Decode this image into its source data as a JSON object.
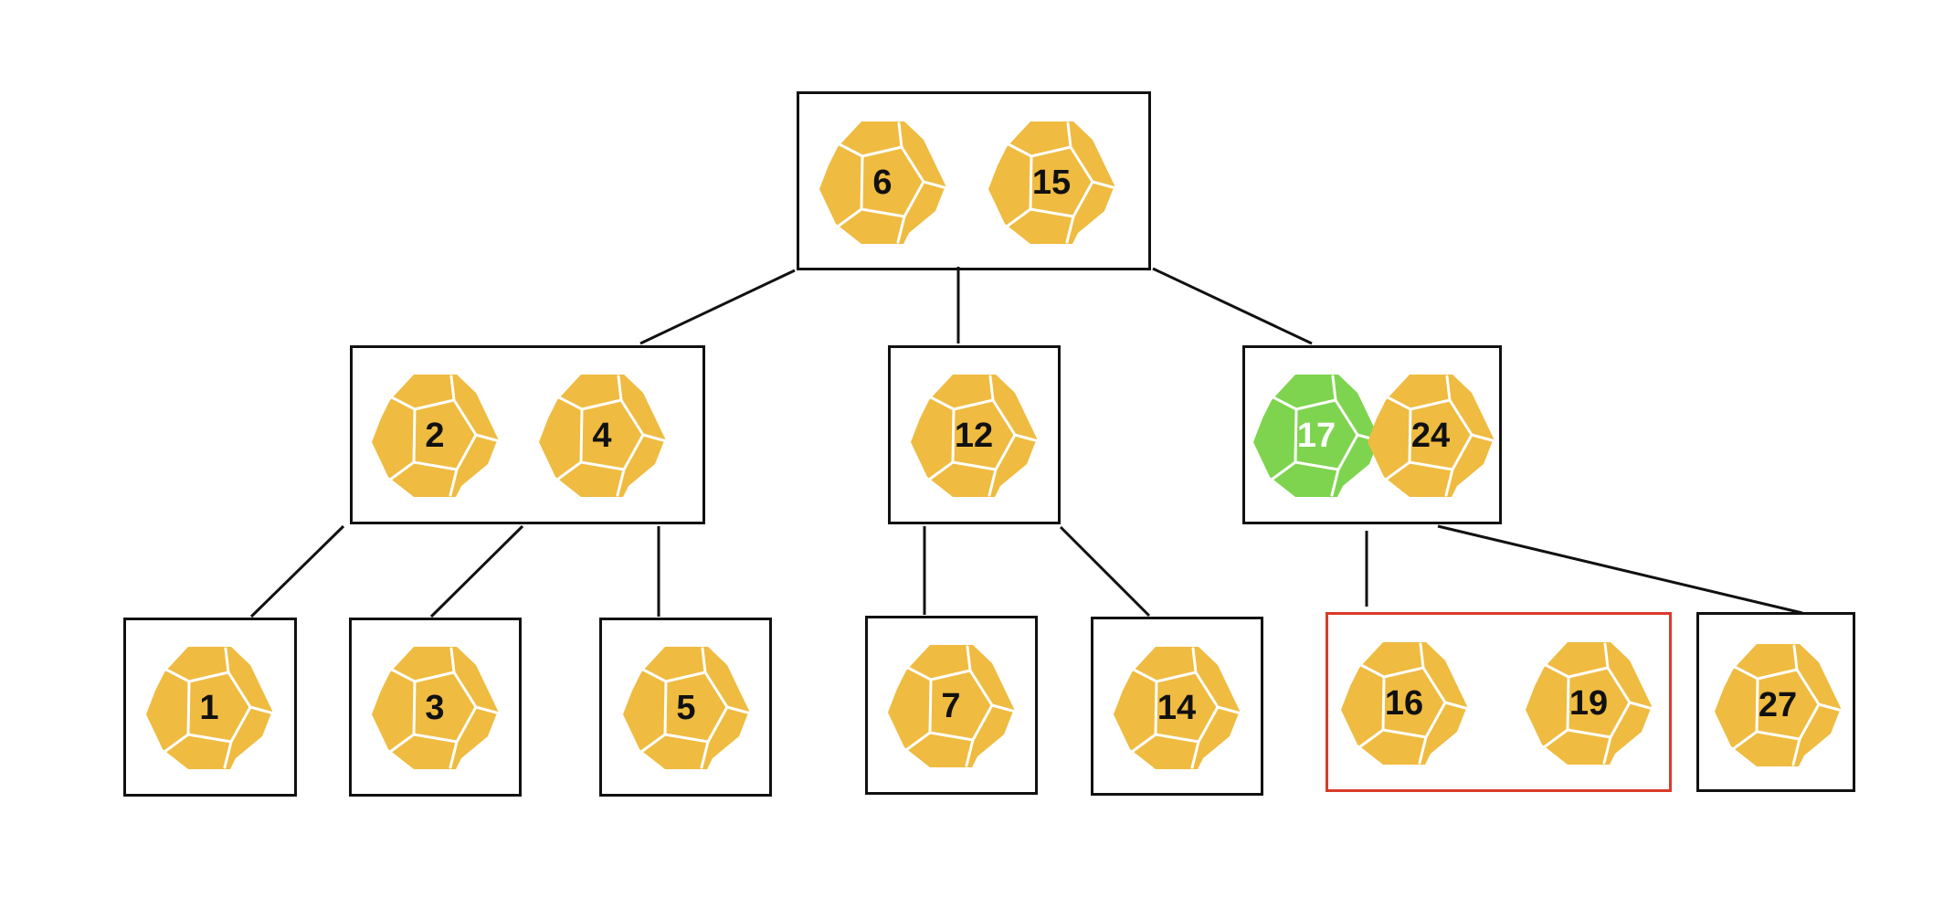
{
  "colors": {
    "key_fill": "#EFBB40",
    "key_fill_highlight": "#7ED44F",
    "facet_lines": "#FFFFFF",
    "node_border": "#111111",
    "node_border_highlight": "#D93A2B",
    "edges": "#111111"
  },
  "icon": "dodecahedron-icon",
  "nodes": [
    {
      "id": "root",
      "keys": [
        {
          "label": "6"
        },
        {
          "label": "15"
        }
      ]
    },
    {
      "id": "n-2-4",
      "keys": [
        {
          "label": "2"
        },
        {
          "label": "4"
        }
      ]
    },
    {
      "id": "n-12",
      "keys": [
        {
          "label": "12"
        }
      ]
    },
    {
      "id": "n-17-24",
      "keys": [
        {
          "label": "17",
          "highlight": true
        },
        {
          "label": "24"
        }
      ]
    },
    {
      "id": "n-1",
      "keys": [
        {
          "label": "1"
        }
      ]
    },
    {
      "id": "n-3",
      "keys": [
        {
          "label": "3"
        }
      ]
    },
    {
      "id": "n-5",
      "keys": [
        {
          "label": "5"
        }
      ]
    },
    {
      "id": "n-7",
      "keys": [
        {
          "label": "7"
        }
      ]
    },
    {
      "id": "n-14",
      "keys": [
        {
          "label": "14"
        }
      ]
    },
    {
      "id": "n-16-19",
      "highlight": true,
      "keys": [
        {
          "label": "16"
        },
        {
          "label": "19"
        }
      ]
    },
    {
      "id": "n-27",
      "keys": [
        {
          "label": "27"
        }
      ]
    }
  ],
  "edges": [
    {
      "from": "root",
      "to": "n-2-4"
    },
    {
      "from": "root",
      "to": "n-12"
    },
    {
      "from": "root",
      "to": "n-17-24"
    },
    {
      "from": "n-2-4",
      "to": "n-1"
    },
    {
      "from": "n-2-4",
      "to": "n-3"
    },
    {
      "from": "n-2-4",
      "to": "n-5"
    },
    {
      "from": "n-12",
      "to": "n-7"
    },
    {
      "from": "n-12",
      "to": "n-14"
    },
    {
      "from": "n-17-24",
      "to": "n-16-19"
    },
    {
      "from": "n-17-24",
      "to": "n-27"
    }
  ]
}
